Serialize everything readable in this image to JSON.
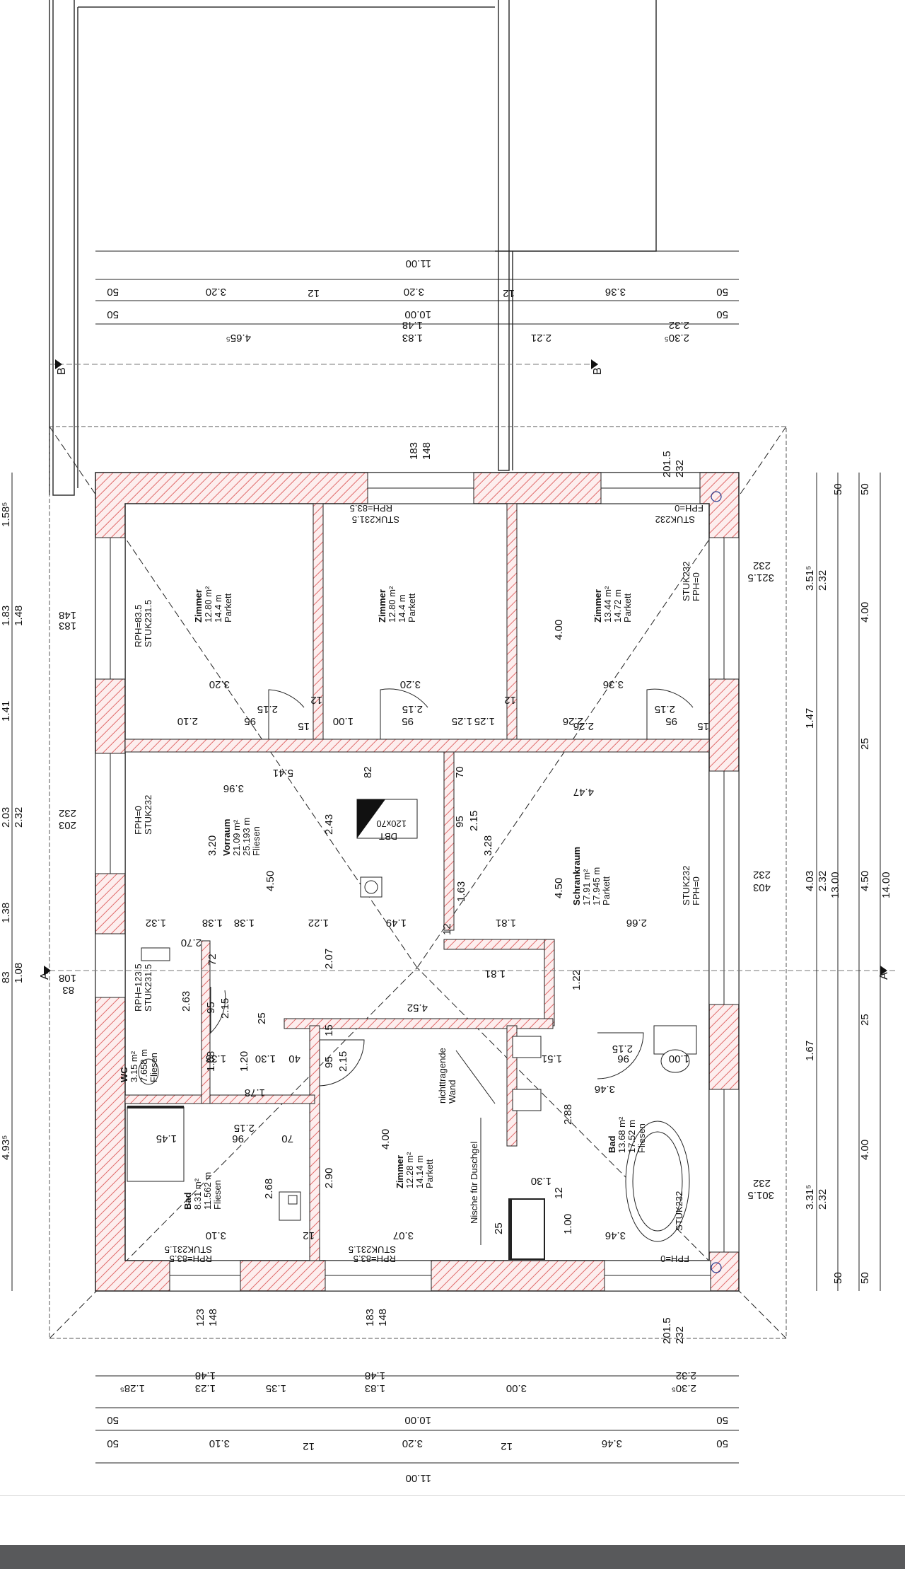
{
  "sections": {
    "left": "A",
    "right": "A",
    "top_left": "B",
    "top_right": "B"
  },
  "rooms": [
    {
      "id": "zimmer1",
      "name": "Zimmer",
      "area": "12.80 m²",
      "perimeter": "14.4 m",
      "floor": "Parkett"
    },
    {
      "id": "zimmer2",
      "name": "Zimmer",
      "area": "12.80 m²",
      "perimeter": "14.4 m",
      "floor": "Parkett"
    },
    {
      "id": "zimmer3",
      "name": "Zimmer",
      "area": "13.44 m²",
      "perimeter": "14.72 m",
      "floor": "Parkett"
    },
    {
      "id": "vorraum",
      "name": "Vorraum",
      "area": "21.09 m²",
      "perimeter": "25.193 m",
      "floor": "Fliesen"
    },
    {
      "id": "schrankraum",
      "name": "Schrankraum",
      "area": "17.91 m²",
      "perimeter": "17.945 m",
      "floor": "Parkett"
    },
    {
      "id": "wc",
      "name": "WC",
      "area": "3.15 m²",
      "perimeter": "7.658 m",
      "floor": "Fliesen"
    },
    {
      "id": "bad1",
      "name": "Bad",
      "area": "8.31 m²",
      "perimeter": "11.562 m",
      "floor": "Fliesen"
    },
    {
      "id": "zimmer4",
      "name": "Zimmer",
      "area": "12.28 m²",
      "perimeter": "14.14 m",
      "floor": "Parkett"
    },
    {
      "id": "bad2",
      "name": "Bad",
      "area": "13.68 m²",
      "perimeter": "17.52 m",
      "floor": "Fliesen"
    }
  ],
  "labels": {
    "rph835_a": "RPH=83.5",
    "stuk2315_a": "STUK231.5",
    "rph835_b": "RPH=83.5",
    "stuk2315_b": "STUK231.5",
    "rph835_c": "RPH=83.5",
    "stuk2315_c": "STUK231.5",
    "rph835_d": "RPH=83.5",
    "stuk2315_d": "STUK231.5",
    "fph0_a": "FPH=0",
    "stuk232_a": "STUK232",
    "fph0_b": "FPH=0",
    "stuk232_b": "STUK232",
    "fph0_c": "FPH=0",
    "stuk232_c": "STUK232",
    "fph0_d": "FPH=0",
    "stuk232_d": "STUK232",
    "fph0_e": "FPH=0",
    "stuk232_e": "STUK232",
    "rph1235": "RPH=123.5",
    "stuk2315_wc": "STUK231.5",
    "dbt": "DBT",
    "dbt_size": "120x70",
    "nichttragende": "nichttragende",
    "wand": "Wand",
    "nische": "Nische für Duschgel"
  },
  "dims_top": {
    "total": "11.00",
    "s1_50": "50",
    "s1_320": "3.20",
    "s1_12a": "12",
    "s1_320b": "3.20",
    "s1_12b": "12",
    "s1_336": "3.36",
    "s1_50b": "50",
    "s2_50": "50",
    "s2_1000": "10.00",
    "s2_50b": "50",
    "s3_148": "1.48",
    "s3_183": "1.83",
    "s3_465": "4.65⁵",
    "s3_221": "2.21",
    "s3_232": "2.32",
    "s3_230": "2.30⁵"
  },
  "dims_bottom": {
    "total": "11.00",
    "s1_50": "50",
    "s1_310": "3.10",
    "s1_12a": "12",
    "s1_320": "3.20",
    "s1_12b": "12",
    "s1_346": "3.46",
    "s1_50b": "50",
    "s2_50": "50",
    "s2_1000": "10.00",
    "s2_50b": "50",
    "s3_128": "1.28⁵",
    "s3_123": "1.23",
    "s3_148a": "1.48",
    "s3_135": "1.35",
    "s3_183": "1.83",
    "s3_148b": "1.48",
    "s3_300": "3.00",
    "s3_230": "2.30⁵",
    "s3_232": "2.32"
  },
  "dims_left": {
    "d158": "1.58⁵",
    "d183": "1.83",
    "d148": "1.48",
    "d141": "1.41",
    "d203": "2.03",
    "d232": "2.32",
    "d138": "1.38",
    "d83": "83",
    "d108": "1.08",
    "d493": "4.93⁵"
  },
  "dims_right": {
    "r50a": "50",
    "r351": "3.51⁵",
    "r232a": "2.32",
    "r400a": "4.00",
    "r147": "1.47",
    "r25a": "25",
    "r403": "4.03",
    "r232b": "2.32",
    "r1300": "13.00",
    "r450": "4.50",
    "r1400": "14.00",
    "r25b": "25",
    "r167": "1.67",
    "r400b": "4.00",
    "r331": "3.31⁵",
    "r232c": "2.32",
    "r50b": "50",
    "r50c": "50",
    "r50d": "50"
  },
  "window_marks": {
    "top1": "183",
    "top2": "148",
    "top3": "201.5",
    "top4": "232",
    "bot1": "123",
    "bot2": "148",
    "bot3": "183",
    "bot4": "148",
    "bot5": "201.5",
    "bot6": "232",
    "left1": "183",
    "left2": "148",
    "left3": "232",
    "left4": "203",
    "left5": "108",
    "left6": "83",
    "right1": "232",
    "right2": "321.5",
    "right3": "232",
    "right4": "403",
    "right5": "232",
    "right6": "301.5"
  },
  "inner_dims": {
    "z1_320": "3.20",
    "z1_210": "2.10",
    "z1_95": "95",
    "z1_215": "2.15",
    "z1_15": "15",
    "z1_12": "12",
    "z2_320": "3.20",
    "z2_100": "1.00",
    "z2_95": "95",
    "z2_215": "2.15",
    "z2_125a": "1.25",
    "z2_125b": "1.25",
    "z2_12": "12",
    "z3_400": "4.00",
    "z3_336": "3.36",
    "z3_226a": "2.26",
    "z3_226b": "2.26",
    "z3_215": "2.15",
    "z3_95": "95",
    "z3_15": "15",
    "v_541": "5.41",
    "v_82": "82",
    "v_396": "3.96",
    "v_320": "3.20",
    "v_243": "2.43",
    "v_450": "4.50",
    "v_132": "1.32",
    "v_138a": "1.38",
    "v_138b": "1.38",
    "v_122": "1.22",
    "v_149": "1.49",
    "v_270": "2.70",
    "v_207": "2.07",
    "s_447": "4.47",
    "s_70": "70",
    "s_95": "95",
    "s_215": "2.15",
    "s_328": "3.28",
    "s_163": "1.63",
    "s_450": "4.50",
    "s_181a": "1.81",
    "s_12": "12",
    "s_266": "2.66",
    "s_181b": "1.81",
    "s_122": "1.22",
    "wc_72": "72",
    "wc_263": "2.63",
    "wc_95": "95",
    "wc_215": "2.15",
    "wc_25": "25",
    "wc_108": "1.08",
    "wc_138": "1.38",
    "wc_130": "1.30",
    "wc_40": "40",
    "wc_120": "1.20",
    "wc_178": "1.78",
    "b1_145": "1.45",
    "b1_96": "96",
    "b1_215": "2.15",
    "b1_70": "70",
    "b1_268": "2.68",
    "b1_310": "3.10",
    "b1_12": "12",
    "z4_452": "4.52",
    "z4_15": "15",
    "z4_95": "95",
    "z4_215": "2.15",
    "z4_290": "2.90",
    "z4_400": "4.00",
    "z4_307": "3.07",
    "b2_151": "1.51",
    "b2_96": "96",
    "b2_215": "2.15",
    "b2_100": "1.00",
    "b2_346a": "3.46",
    "b2_288": "2.88",
    "b2_130": "1.30",
    "b2_12": "12",
    "b2_100b": "1.00",
    "b2_346b": "3.46",
    "b2_25": "25"
  }
}
